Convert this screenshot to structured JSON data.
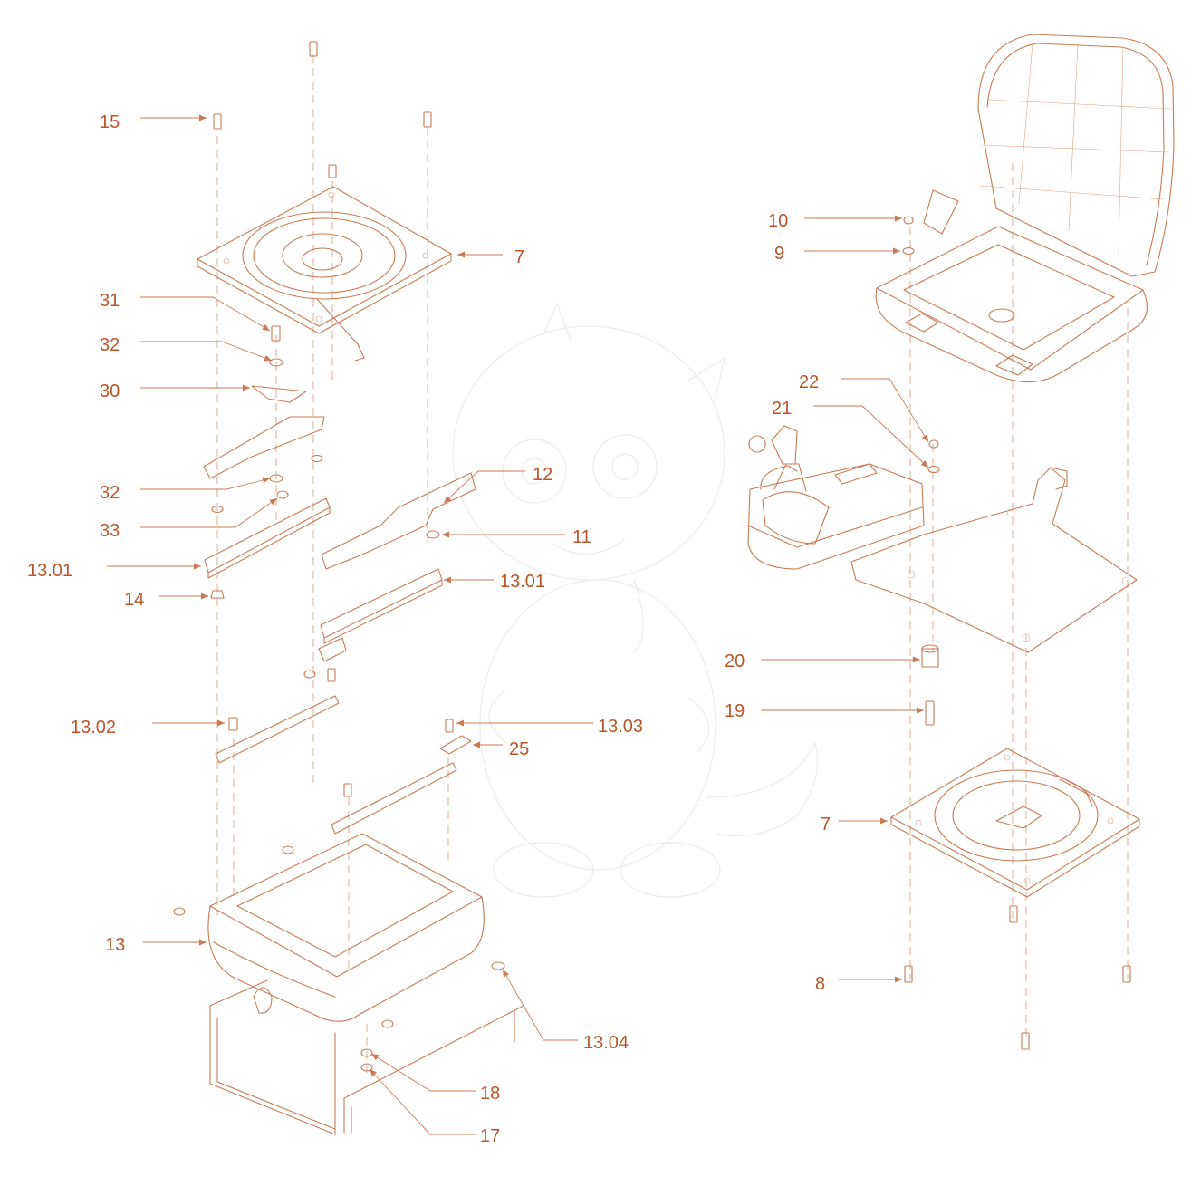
{
  "colors": {
    "label": "#b8562a",
    "line": "#c87a55",
    "line_light": "#dca58a",
    "watermark": "#9a9a9a",
    "background": "#ffffff"
  },
  "callouts": [
    {
      "id": "c-15",
      "text": "15"
    },
    {
      "id": "c-7a",
      "text": "7"
    },
    {
      "id": "c-31",
      "text": "31"
    },
    {
      "id": "c-32a",
      "text": "32"
    },
    {
      "id": "c-30",
      "text": "30"
    },
    {
      "id": "c-32b",
      "text": "32"
    },
    {
      "id": "c-33",
      "text": "33"
    },
    {
      "id": "c-12",
      "text": "12"
    },
    {
      "id": "c-11",
      "text": "11"
    },
    {
      "id": "c-1301a",
      "text": "13.01"
    },
    {
      "id": "c-14",
      "text": "14"
    },
    {
      "id": "c-1301b",
      "text": "13.01"
    },
    {
      "id": "c-1302",
      "text": "13.02"
    },
    {
      "id": "c-1303",
      "text": "13.03"
    },
    {
      "id": "c-25",
      "text": "25"
    },
    {
      "id": "c-13",
      "text": "13"
    },
    {
      "id": "c-1304",
      "text": "13.04"
    },
    {
      "id": "c-18",
      "text": "18"
    },
    {
      "id": "c-17",
      "text": "17"
    },
    {
      "id": "c-10",
      "text": "10"
    },
    {
      "id": "c-9",
      "text": "9"
    },
    {
      "id": "c-22",
      "text": "22"
    },
    {
      "id": "c-21",
      "text": "21"
    },
    {
      "id": "c-20",
      "text": "20"
    },
    {
      "id": "c-19",
      "text": "19"
    },
    {
      "id": "c-7b",
      "text": "7"
    },
    {
      "id": "c-8",
      "text": "8"
    }
  ],
  "watermark": {
    "icon": "baby-dragon-illustration"
  }
}
